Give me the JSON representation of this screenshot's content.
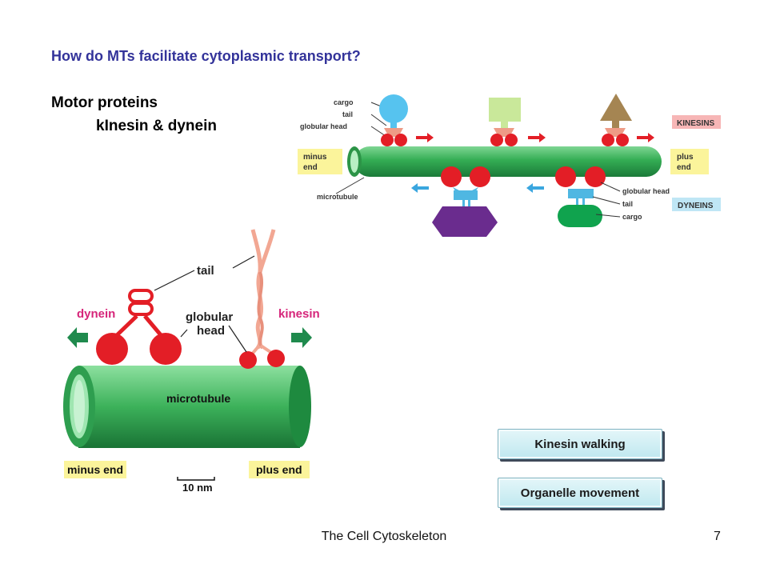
{
  "slide": {
    "question": "How do MTs facilitate cytoplasmic transport?",
    "heading": "Motor proteins",
    "subheading": "kInesin & dynein",
    "footer_title": "The Cell Cytoskeleton",
    "page_number": "7"
  },
  "top_diagram": {
    "cargo_label": "cargo",
    "tail_label": "tail",
    "globular_head_label": "globular head",
    "minus_end_label": [
      "minus",
      "end"
    ],
    "plus_end_label": [
      "plus",
      "end"
    ],
    "microtubule_label": "microtubule",
    "kinesins_label": "KINESINS",
    "dyneins_label": "DYNEINS",
    "dynein_globular_head_label": "globular head",
    "dynein_tail_label": "tail",
    "dynein_cargo_label": "cargo"
  },
  "bottom_diagram": {
    "tail_label": "tail",
    "dynein_label": "dynein",
    "kinesin_label": "kinesin",
    "globular_head_label": [
      "globular",
      "head"
    ],
    "microtubule_label": "microtubule",
    "minus_end_label": "minus end",
    "plus_end_label": "plus end",
    "scale_label": "10 nm"
  },
  "buttons": {
    "kinesin_walking": "Kinesin walking",
    "organelle_movement": "Organelle movement"
  },
  "colors": {
    "question_text": "#33339a",
    "microtubule_green": "#2fa84f",
    "motor_red": "#e8232b",
    "kinesin_pink": "#e8a08a",
    "dynein_blue": "#4fb7e2",
    "end_label_yellow": "#fbf49b",
    "kinesins_tag": "#f7b6b6",
    "dyneins_tag": "#bfe6f5",
    "dynein_label_magenta": "#d6257a",
    "arrow_green": "#1f8a4d"
  }
}
